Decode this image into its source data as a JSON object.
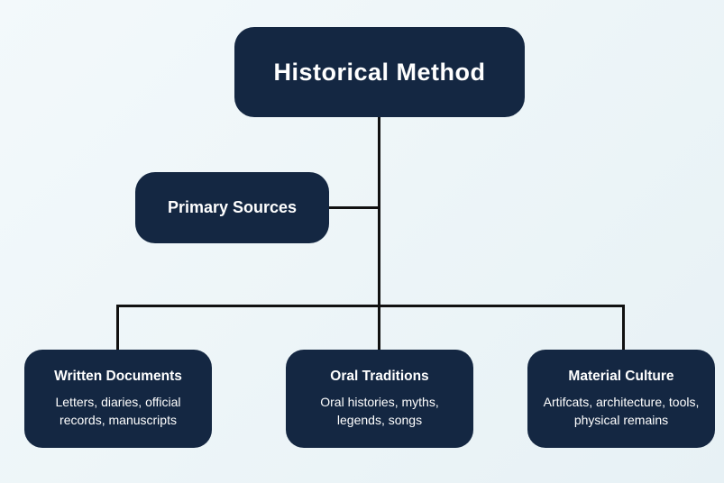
{
  "diagram": {
    "title_node": {
      "label": "Historical Method"
    },
    "primary_node": {
      "label": "Primary Sources"
    },
    "children": [
      {
        "title": "Written Documents",
        "desc": "Letters, diaries, official records, manuscripts"
      },
      {
        "title": "Oral Traditions",
        "desc": "Oral histories, myths, legends, songs"
      },
      {
        "title": "Material Culture",
        "desc": "Artifcats, architecture, tools, physical remains"
      }
    ],
    "colors": {
      "node_fill": "#142742",
      "node_text": "#ffffff",
      "connector": "#111111",
      "background": "#ecf4f7"
    }
  }
}
